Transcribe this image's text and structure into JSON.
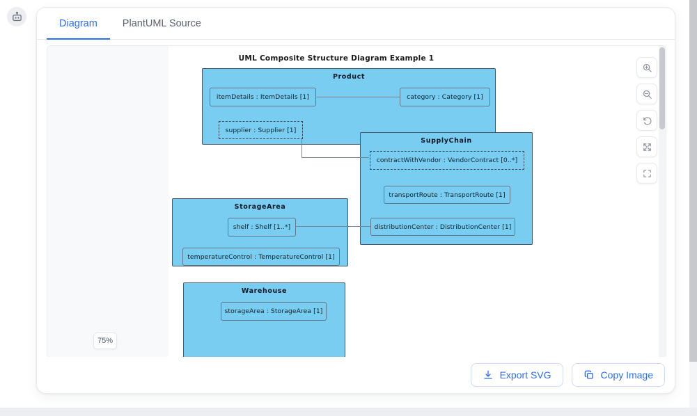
{
  "app": {
    "bot_icon": "robot-icon"
  },
  "tabs": [
    {
      "label": "Diagram",
      "active": true
    },
    {
      "label": "PlantUML Source",
      "active": false
    }
  ],
  "canvas": {
    "zoom_level": "75%",
    "diagram_title": "UML Composite Structure Diagram Example 1",
    "accent_color": "#2d6cf6",
    "uml_fill_color": "#78cdf0",
    "uml_border_color": "#4b5563"
  },
  "tools": [
    {
      "name": "zoom-in-icon",
      "label": "Zoom In"
    },
    {
      "name": "zoom-out-icon",
      "label": "Zoom Out"
    },
    {
      "name": "reset-icon",
      "label": "Reset"
    },
    {
      "name": "fit-screen-icon",
      "label": "Fit to Screen"
    },
    {
      "name": "fullscreen-icon",
      "label": "Fullscreen"
    }
  ],
  "diagram": {
    "classes": [
      {
        "name": "Product",
        "parts": [
          {
            "label": "itemDetails : ItemDetails [1]",
            "style": "solid"
          },
          {
            "label": "category : Category [1]",
            "style": "solid"
          },
          {
            "label": "supplier : Supplier [1]",
            "style": "dashed"
          }
        ]
      },
      {
        "name": "SupplyChain",
        "parts": [
          {
            "label": "contractWithVendor : VendorContract [0..*]",
            "style": "dashed"
          },
          {
            "label": "transportRoute : TransportRoute [1]",
            "style": "solid"
          },
          {
            "label": "distributionCenter : DistributionCenter [1]",
            "style": "solid"
          }
        ]
      },
      {
        "name": "StorageArea",
        "parts": [
          {
            "label": "shelf : Shelf [1..*]",
            "style": "solid"
          },
          {
            "label": "temperatureControl : TemperatureControl [1]",
            "style": "solid"
          }
        ]
      },
      {
        "name": "Warehouse",
        "parts": [
          {
            "label": "storageArea : StorageArea [1]",
            "style": "solid"
          }
        ]
      }
    ]
  },
  "footer": {
    "export_svg_label": "Export SVG",
    "copy_image_label": "Copy Image"
  }
}
